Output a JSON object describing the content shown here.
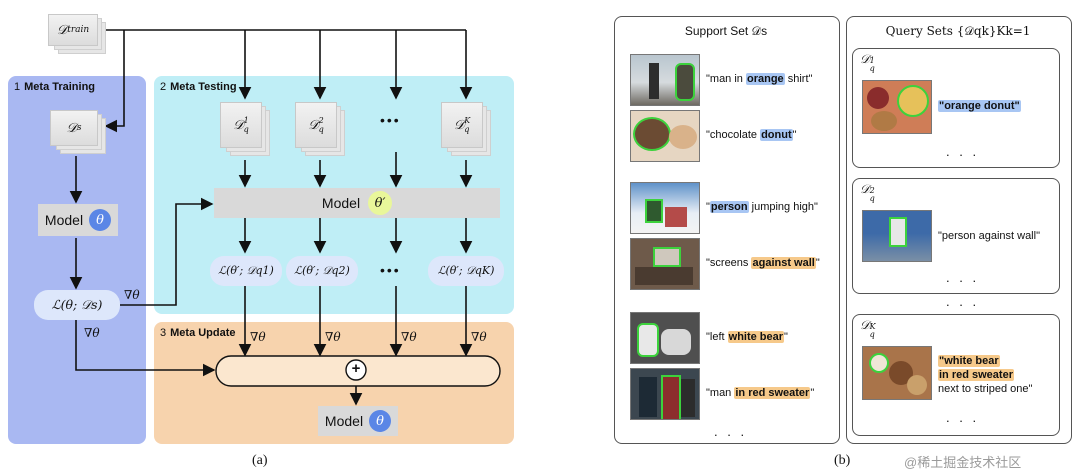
{
  "a": {
    "d_train": "𝒟",
    "d_train_sub": "train",
    "meta_training": {
      "num": "1",
      "label": "Meta Training"
    },
    "meta_testing": {
      "num": "2",
      "label": "Meta Testing"
    },
    "meta_update": {
      "num": "3",
      "label": "Meta Update"
    },
    "d_s": "𝒟",
    "d_s_sub": "s",
    "model_label": "Model",
    "theta": "θ",
    "theta_prime": "θ′",
    "loss_train": "ℒ(θ; 𝒟s)",
    "grad": "∇θ",
    "query_sets": [
      {
        "base": "𝒟",
        "sup": "1",
        "sub": "q"
      },
      {
        "base": "𝒟",
        "sup": "2",
        "sub": "q"
      },
      {
        "base": "𝒟",
        "sup": "K",
        "sub": "q"
      }
    ],
    "ellipsis": "•••",
    "losses": [
      "ℒ(θ′; 𝒟q1)",
      "ℒ(θ′; 𝒟q2)",
      "•••",
      "ℒ(θ′; 𝒟qK)"
    ],
    "plus": "+",
    "caption": "(a)"
  },
  "b": {
    "support_title": "Support Set 𝒟s",
    "query_title": "Query Sets {𝒟qk}Kk=1",
    "support_groups": [
      [
        {
          "pre": "\"man in ",
          "hl": [
            {
              "t": "orange",
              "c": "b"
            }
          ],
          "post": " shirt\""
        },
        {
          "pre": "\"chocolate ",
          "hl": [
            {
              "t": "donut",
              "c": "b"
            }
          ],
          "post": "\""
        }
      ],
      [
        {
          "pre": "\"",
          "hl": [
            {
              "t": "person",
              "c": "b"
            }
          ],
          "post": " jumping high\""
        },
        {
          "pre": "\"screens ",
          "hl": [
            {
              "t": "against wall",
              "c": "o"
            }
          ],
          "post": "\""
        }
      ],
      [
        {
          "pre": "\"left ",
          "hl": [
            {
              "t": "white bear",
              "c": "o"
            }
          ],
          "post": "\""
        },
        {
          "pre": "\"man ",
          "hl": [
            {
              "t": "in red sweater",
              "c": "o"
            }
          ],
          "post": "\""
        }
      ]
    ],
    "support_dots": ". . .",
    "query_boxes": [
      {
        "label_sup": "1",
        "ref_lines": [
          "\"orange donut\""
        ]
      },
      {
        "label_sup": "2",
        "ref_lines": [
          "\"person against wall\""
        ]
      },
      {
        "label_sup": "K",
        "ref_lines": [
          "\"white bear",
          "in red sweater",
          "next to striped one\""
        ]
      }
    ],
    "box_dots": ". . .",
    "between_dots": ". . .",
    "caption": "(b)"
  },
  "watermark": "@稀土掘金技术社区",
  "colors": {
    "meta_training_bg": "#a9b8f2",
    "meta_testing_bg": "#bfeef6",
    "meta_update_bg": "#f7d3ad",
    "model_box": "#d9d9d9",
    "theta_circle": "#5a86e6",
    "theta_prime_circle": "#e9f79a",
    "highlight_blue": "#a8c6f3",
    "highlight_orange": "#f6c98a"
  }
}
